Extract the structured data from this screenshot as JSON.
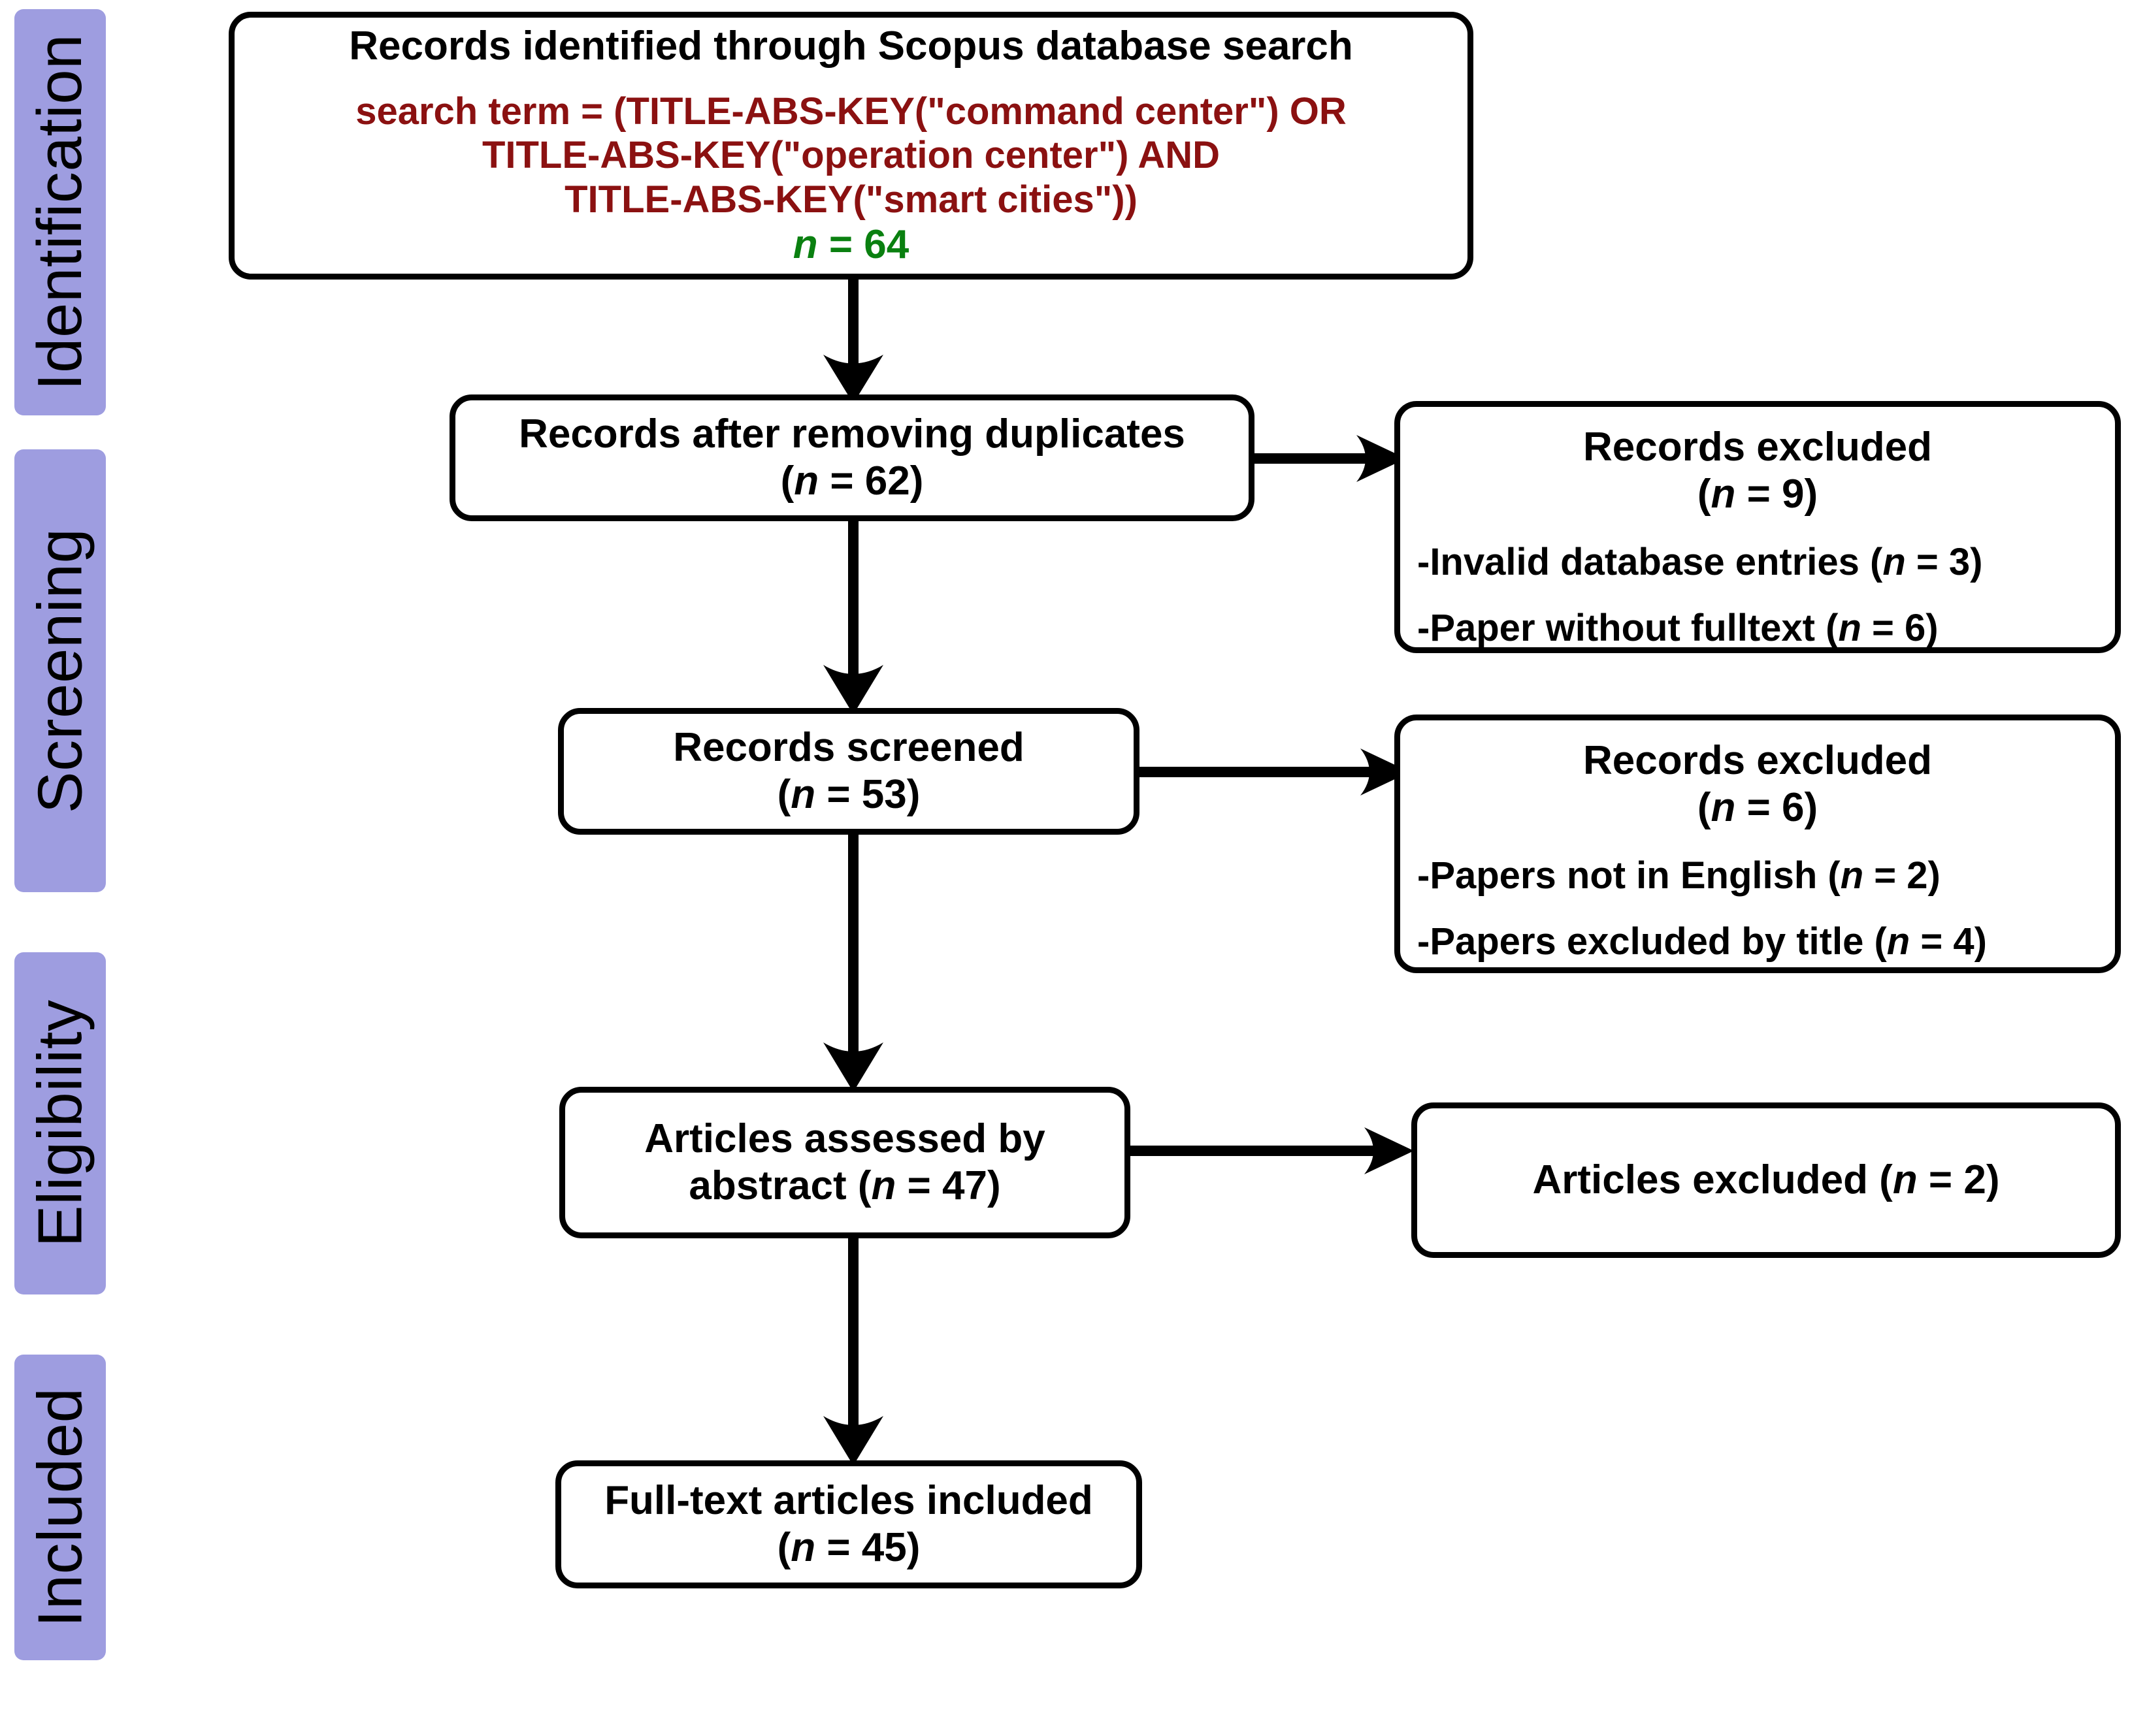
{
  "diagram": {
    "title": "PRISMA flow diagram",
    "colors": {
      "phase_bar": "#9E9DE0",
      "query_text": "#8B1111",
      "count_highlight": "#0A8010",
      "stroke": "#000000",
      "background": "#FFFFFF"
    }
  },
  "phases": [
    {
      "id": "identification",
      "label": "Identification"
    },
    {
      "id": "screening",
      "label": "Screening"
    },
    {
      "id": "eligibility",
      "label": "Eligibility"
    },
    {
      "id": "included",
      "label": "Included"
    }
  ],
  "nodes": {
    "identified": {
      "title": "Records identified through Scopus database search",
      "query_line1": "search term = (TITLE-ABS-KEY(\"command center\") OR",
      "query_line2": "TITLE-ABS-KEY(\"operation center\") AND",
      "query_line3": "TITLE-ABS-KEY(\"smart cities\"))",
      "count_n": "n",
      "count_eq": " = ",
      "count_value": "64",
      "count_full": "n = 64"
    },
    "after_duplicates": {
      "title": "Records after removing duplicates",
      "count": "(n = 62)",
      "count_value": "62"
    },
    "excluded_duplicates": {
      "title": "Records excluded",
      "count": "(n = 9)",
      "count_value": "9",
      "reasons": [
        "-Invalid database entries (n = 3)",
        "-Paper without fulltext (n = 6)"
      ]
    },
    "screened": {
      "title": "Records screened",
      "count": "(n = 53)",
      "count_value": "53"
    },
    "excluded_screened": {
      "title": "Records excluded",
      "count": "(n = 6)",
      "count_value": "6",
      "reasons": [
        "-Papers not in English (n = 2)",
        "-Papers excluded by title (n = 4)"
      ]
    },
    "assessed": {
      "title_line1": "Articles assessed by",
      "title_line2": "abstract (n = 47)",
      "count_value": "47"
    },
    "excluded_abstract": {
      "title": "Articles excluded (n = 2)",
      "count_value": "2"
    },
    "included": {
      "title": "Full-text articles included",
      "count": "(n = 45)",
      "count_value": "45"
    }
  },
  "chart_data": {
    "type": "diagram",
    "title": "PRISMA flow diagram",
    "stages": [
      {
        "phase": "Identification",
        "label": "Records identified through Scopus database search",
        "n": 64
      },
      {
        "phase": "Screening",
        "label": "Records after removing duplicates",
        "n": 62
      },
      {
        "phase": "Screening",
        "label": "Records excluded",
        "n": 9,
        "breakdown": [
          {
            "label": "Invalid database entries",
            "n": 3
          },
          {
            "label": "Paper without fulltext",
            "n": 6
          }
        ]
      },
      {
        "phase": "Screening",
        "label": "Records screened",
        "n": 53
      },
      {
        "phase": "Screening",
        "label": "Records excluded",
        "n": 6,
        "breakdown": [
          {
            "label": "Papers not in English",
            "n": 2
          },
          {
            "label": "Papers excluded by title",
            "n": 4
          }
        ]
      },
      {
        "phase": "Eligibility",
        "label": "Articles assessed by abstract",
        "n": 47
      },
      {
        "phase": "Eligibility",
        "label": "Articles excluded",
        "n": 2
      },
      {
        "phase": "Included",
        "label": "Full-text articles included",
        "n": 45
      }
    ]
  }
}
